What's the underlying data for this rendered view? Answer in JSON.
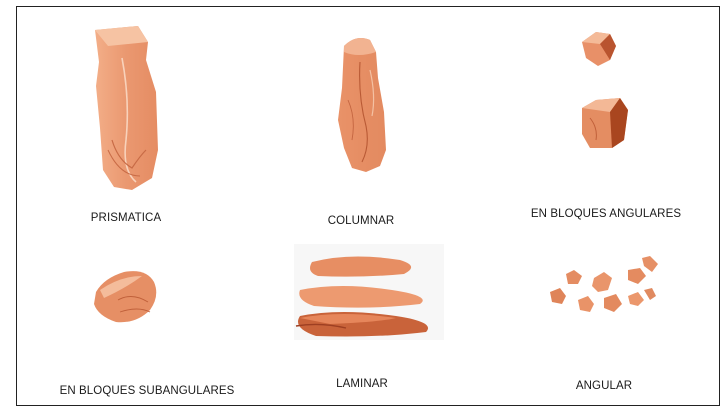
{
  "colors": {
    "soil_light": "#eea079",
    "soil_mid": "#e08d66",
    "soil_dark": "#b9542f",
    "soil_shadow": "#9e3f22",
    "highlight": "#f7c9ad"
  },
  "structures": [
    {
      "id": "prismatica",
      "label": "PRISMATICA"
    },
    {
      "id": "columnar",
      "label": "COLUMNAR"
    },
    {
      "id": "bloques-angulares",
      "label": "EN BLOQUES ANGULARES"
    },
    {
      "id": "bloques-subangulares",
      "label": "EN BLOQUES SUBANGULARES"
    },
    {
      "id": "laminar",
      "label": "LAMINAR"
    },
    {
      "id": "angular",
      "label": "ANGULAR"
    }
  ]
}
